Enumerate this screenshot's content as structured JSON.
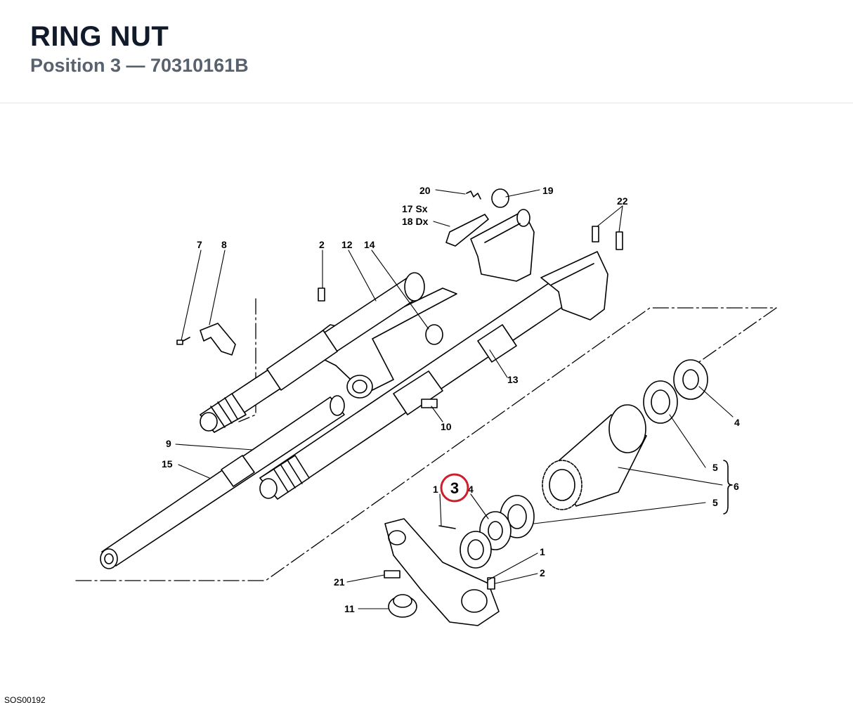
{
  "header": {
    "title": "RING NUT",
    "subtitle": "Position 3 — 70310161B"
  },
  "diagram": {
    "highlight": {
      "label": "3",
      "color": "#cc1f2c"
    },
    "labels": {
      "l20": "20",
      "l19": "19",
      "l17": "17 Sx",
      "l18": "18 Dx",
      "l22": "22",
      "l7": "7",
      "l8": "8",
      "l2a": "2",
      "l12": "12",
      "l14": "14",
      "l13": "13",
      "l10": "10",
      "l4a": "4",
      "l9": "9",
      "l15": "15",
      "l5a": "5",
      "l6": "6",
      "l5b": "5",
      "l1a": "1",
      "l4b": "4",
      "l1b": "1",
      "l2b": "2",
      "l21": "21",
      "l11": "11"
    },
    "drawing_code": "SOS00192"
  }
}
